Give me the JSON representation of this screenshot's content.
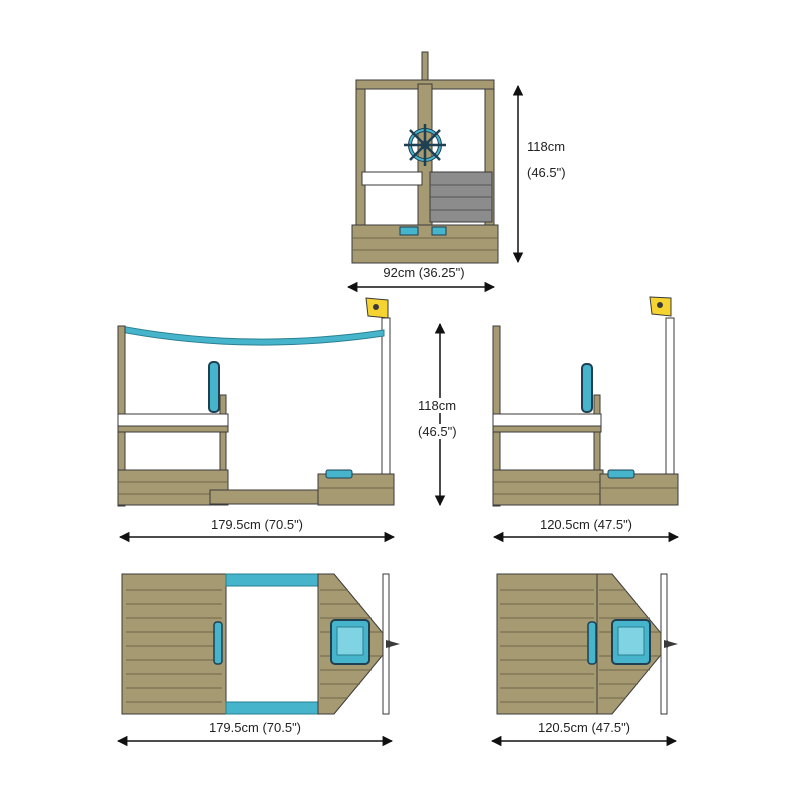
{
  "colors": {
    "wood": "#a59a72",
    "wood_dark": "#6e6548",
    "wood_light": "#c2b78f",
    "grey_panel": "#8c8c8c",
    "blue": "#46b5cc",
    "blue_dark": "#2a7f92",
    "navy": "#1f3f52",
    "flag": "#f5d432",
    "white": "#ffffff",
    "outline": "#3a3a3a"
  },
  "dimensions": {
    "front_height_cm": "118cm",
    "front_height_in": "(46.5\")",
    "front_width": "92cm (36.25\")",
    "side_height_cm": "118cm",
    "side_height_in": "(46.5\")",
    "side_long_width": "179.5cm (70.5\")",
    "side_short_width": "120.5cm (47.5\")",
    "top_long_width": "179.5cm (70.5\")",
    "top_short_width": "120.5cm (47.5\")"
  },
  "icons": [
    "ship-wheel-icon",
    "pirate-flag-icon",
    "sun-canopy",
    "arrow-dimension-line"
  ]
}
